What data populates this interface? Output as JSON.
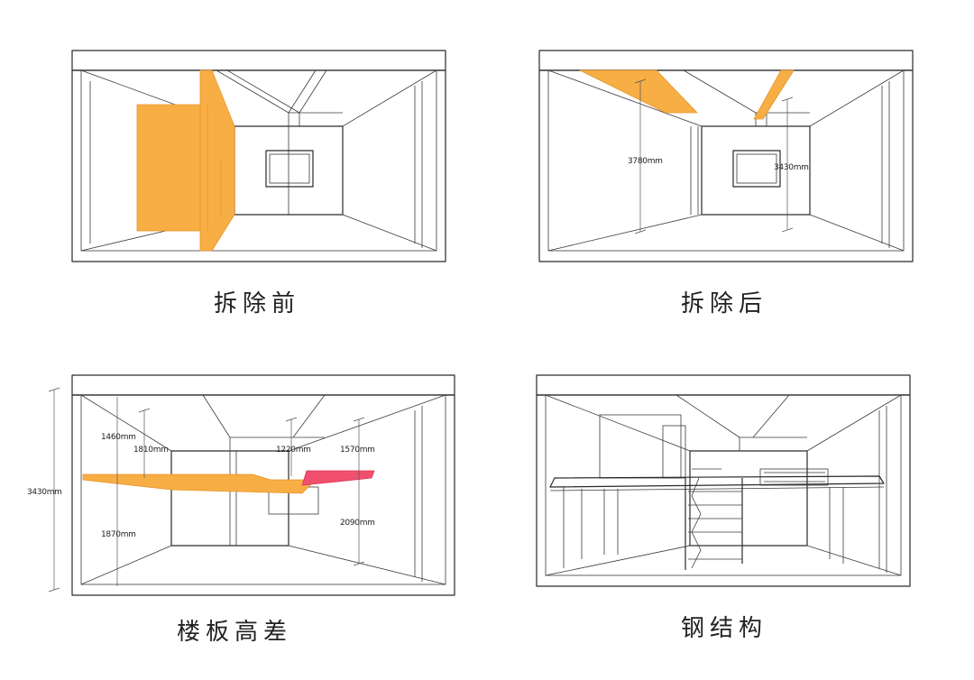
{
  "colors": {
    "highlight": "#F7AE45",
    "highlight_edge": "#E8962A",
    "accent_pink": "#F0506E",
    "line": "#2a2a2a"
  },
  "panels": [
    {
      "caption": "拆除前",
      "dimensions": []
    },
    {
      "caption": "拆除后",
      "dimensions": [
        "3780mm",
        "3430mm"
      ]
    },
    {
      "caption": "楼板高差",
      "dimensions": [
        "1460mm",
        "1810mm",
        "1220mm",
        "1570mm",
        "3430mm",
        "1870mm",
        "2090mm"
      ]
    },
    {
      "caption": "钢结构",
      "dimensions": []
    }
  ]
}
